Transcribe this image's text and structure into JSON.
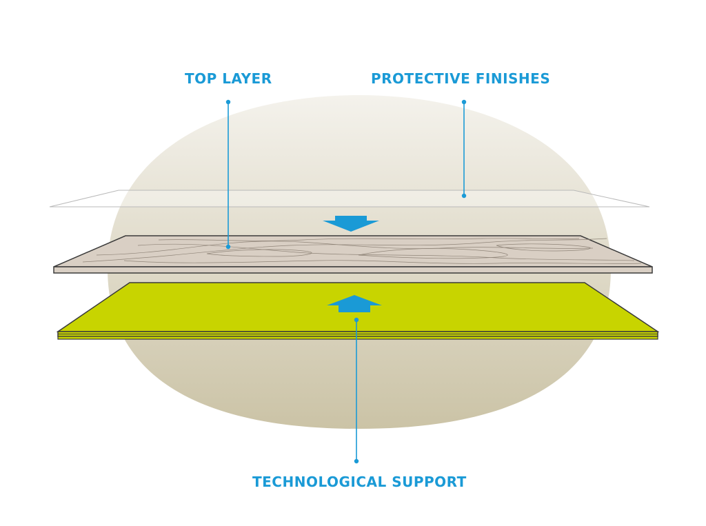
{
  "labels": {
    "top_layer": "TOP LAYER",
    "protective_finishes": "PROTECTIVE FINISHES",
    "technological_support": "TECHNOLOGICAL SUPPORT"
  },
  "colors": {
    "accent": "#1a9ad6",
    "background_blob_top": "#f4f2ec",
    "background_blob_bottom": "#cbc3a6",
    "wood_layer": "#d9cfc4",
    "support_layer": "#c8d400",
    "outline": "#3a3a3a",
    "finish_sheet": "#b9b9b9"
  },
  "icons": {
    "down_arrow": "arrow-down-icon",
    "up_arrow": "arrow-up-icon"
  }
}
